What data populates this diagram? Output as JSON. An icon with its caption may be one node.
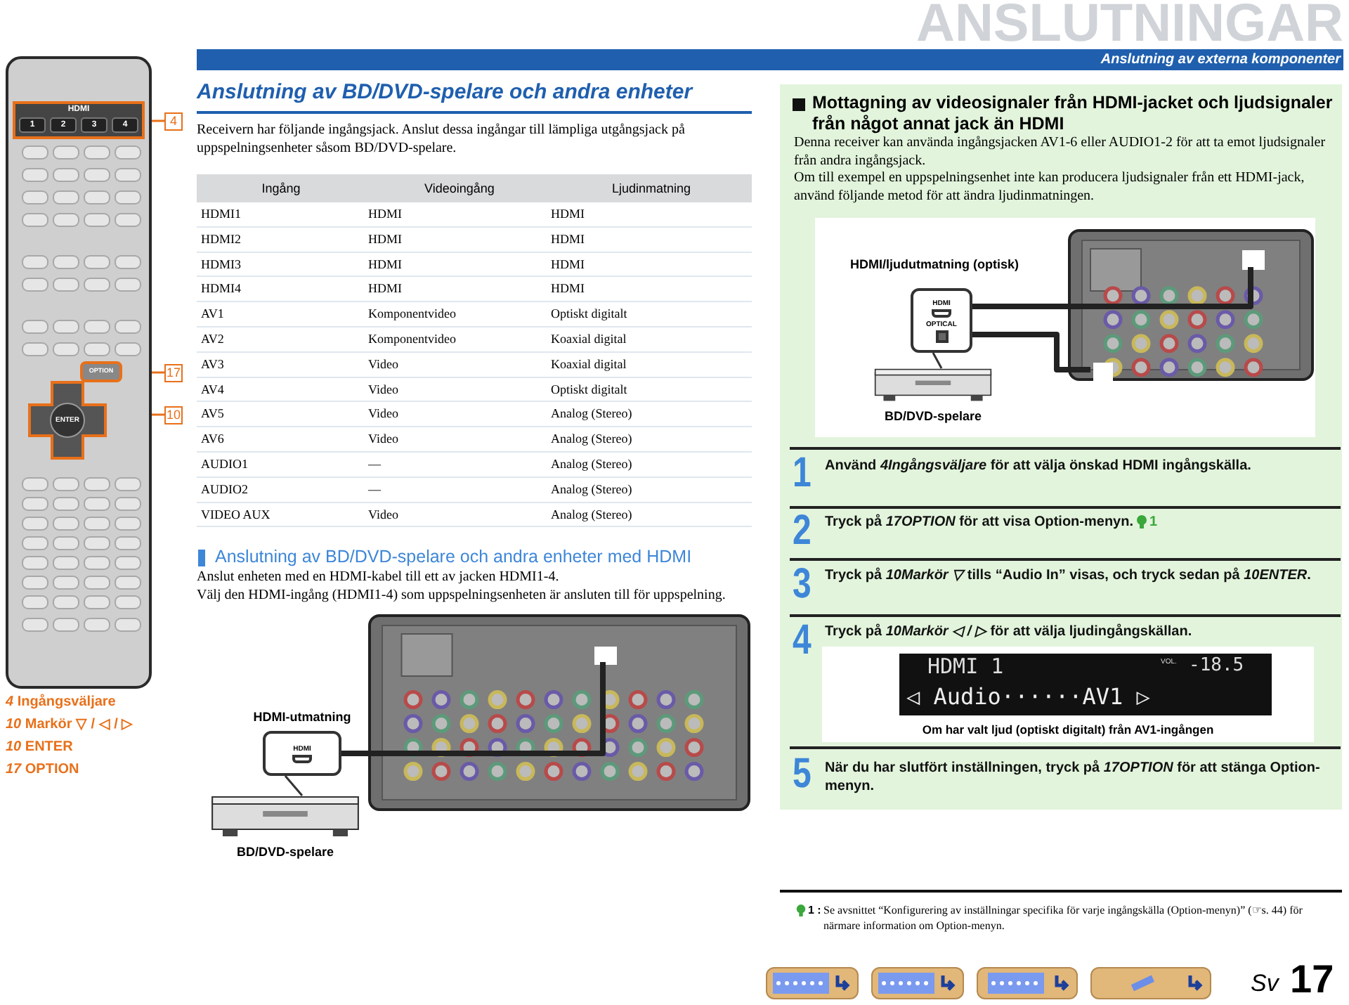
{
  "diagram": {
    "title": "Anslutning av BD/DVD-spelare och andra enheter",
    "nodes": [
      {
        "text": [],
        "shape": "picture"
      },
      {
        "text": [
          "4"
        ]
      },
      {
        "text": [
          "17"
        ]
      },
      {
        "text": [
          "10"
        ]
      },
      {
        "text": [
          "HDMI"
        ],
        "beside": [
          "HDMI-utmatning"
        ]
      },
      {
        "text": [],
        "shape": "picture",
        "beside": [
          "BD/DVD-spelare"
        ]
      },
      {
        "text": [],
        "shape": "picture"
      },
      {
        "text": [],
        "shape": "box",
        "in": 6
      },
      {
        "text": [
          "HDMI",
          "OPTICAL"
        ],
        "beside": [
          "HDMI/ljudutmatning (optisk)"
        ]
      },
      {
        "text": [],
        "shape": "picture",
        "beside": [
          "BD/DVD-spelare"
        ]
      },
      {
        "text": [],
        "shape": "picture"
      },
      {
        "text": [],
        "shape": "box",
        "in": 10
      },
      {
        "text": [],
        "shape": "box",
        "in": 10
      }
    ],
    "edges": [
      {
        "from": 1,
        "to": 0,
        "arrow": "none",
        "color": "#e8701a"
      },
      {
        "from": 2,
        "to": 0,
        "arrow": "none",
        "color": "#e8701a"
      },
      {
        "from": 3,
        "to": 0,
        "arrow": "none",
        "color": "#e8701a"
      },
      {
        "from": 4,
        "to": 7,
        "arrow": "none",
        "style": "thick",
        "color": "#222222"
      },
      {
        "from": 8,
        "to": 11,
        "arrow": "none",
        "style": "thick",
        "color": "#222222"
      },
      {
        "from": 8,
        "to": 12,
        "arrow": "none",
        "style": "thick",
        "color": "#222222"
      },
      {
        "from": 4,
        "to": 5,
        "arrow": "none",
        "color": "#333333"
      },
      {
        "from": 8,
        "to": 9,
        "arrow": "none",
        "color": "#333333"
      }
    ],
    "labels": [
      "ANSLUTNINGAR",
      "Anslutning av externa komponenter",
      "Receivern har följande ingångsjack. Anslut dessa ingångar till lämpliga utgångsjack på uppspelningsenheter såsom BD/DVD-spelare.",
      "Ingång",
      "Videoingång",
      "Ljudinmatning",
      "HDMI1",
      "HDMI",
      "HDMI",
      "HDMI2",
      "HDMI",
      "HDMI",
      "HDMI3",
      "HDMI",
      "HDMI",
      "HDMI4",
      "HDMI",
      "HDMI",
      "AV1",
      "Komponentvideo",
      "Optiskt digitalt",
      "AV2",
      "Komponentvideo",
      "Koaxial digital",
      "AV3",
      "Video",
      "Koaxial digital",
      "AV4",
      "Video",
      "Optiskt digitalt",
      "AV5",
      "Video",
      "Analog (Stereo)",
      "AV6",
      "Video",
      "Analog (Stereo)",
      "AUDIO1",
      "—",
      "Analog (Stereo)",
      "AUDIO2",
      "—",
      "Analog (Stereo)",
      "VIDEO AUX",
      "Video",
      "Analog (Stereo)",
      "Anslutning av BD/DVD-spelare och andra enheter med HDMI",
      "Anslut enheten med en HDMI-kabel till ett av jacken HDMI1-4.",
      "Välj den HDMI-ingång (HDMI1-4) som uppspelningsenheten är ansluten till för uppspelning.",
      "HDMI",
      "1",
      "2",
      "3",
      "4",
      "OPTION",
      "ENTER",
      "*4* Ingångsväljare",
      "*10* Markör ▽ / ◁ / ▷",
      "*10* ENTER",
      "*17* OPTION",
      "Mottagning av videosignaler från HDMI-jacket och ljudsignaler från något annat jack än HDMI",
      "Denna receiver kan använda ingångsjacken AV1-6 eller AUDIO1-2 för att ta emot ljudsignaler från andra ingångsjack.",
      "Om till exempel en uppspelningsenhet inte kan producera ljudsignaler från ett HDMI-jack, använd följande metod för att ändra ljudinmatningen.",
      "1",
      "Använd *4Ingångsväljare* för att välja önskad HDMI ingångskälla.",
      "2",
      "Tryck på *17OPTION* för att visa Option-menyn.",
      "1",
      "3",
      "Tryck på *10Markör ▽* tills “Audio In” visas, och tryck sedan på *10ENTER*.",
      "4",
      "Tryck på *10Markör ◁ / ▷* för att välja ljudingångskällan.",
      "HDMI 1",
      "◁ Audio······AV1 ▷",
      "VOL.",
      "-18.5",
      "Om har valt ljud (optiskt digitalt) från AV1-ingången",
      "5",
      "När du har slutfört inställningen, tryck på *17OPTION* för att stänga Option-menyn.",
      "1 :",
      "Se avsnittet “Konfigurering av inställningar specifika för varje ingångskälla (Option-menyn)” (☞s. 44) för närmare information om Option-menyn.",
      "Sv",
      "17"
    ]
  }
}
